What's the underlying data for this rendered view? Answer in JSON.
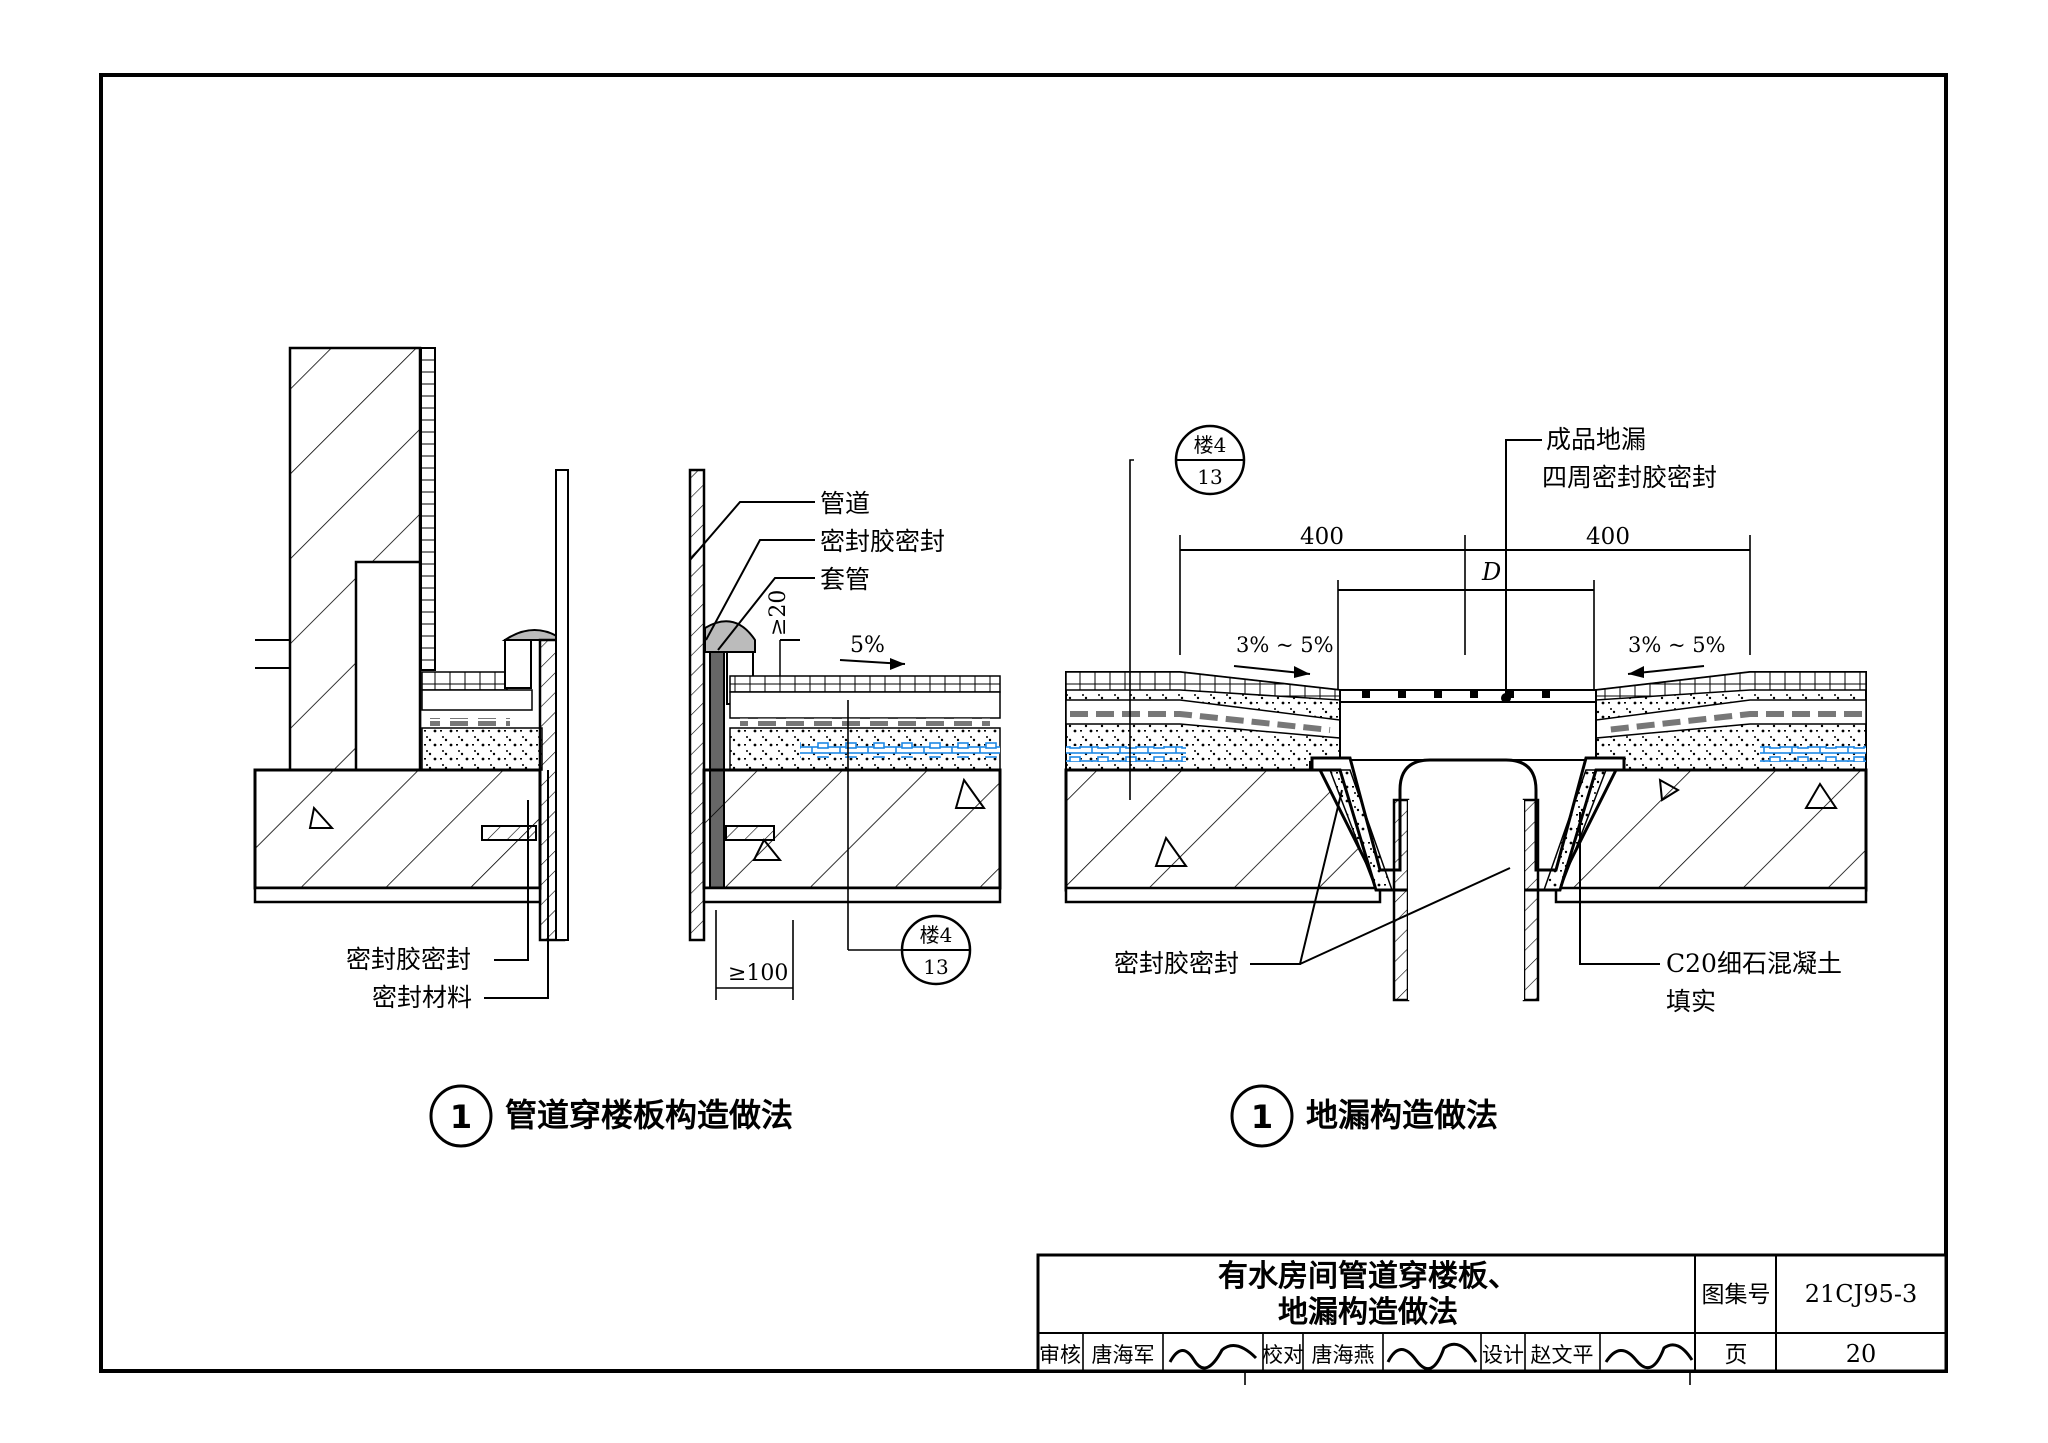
{
  "left_detail": {
    "labels": {
      "pipe": "管道",
      "sealant_top": "密封胶密封",
      "sleeve": "套管",
      "upturn": "≥20",
      "slope": "5%",
      "sealant_bottom": "密封胶密封",
      "seal_material": "密封材料",
      "min_dist": "≥100"
    },
    "ref_symbol": {
      "top": "楼4",
      "bottom": "13"
    },
    "caption": {
      "number": "1",
      "text": "管道穿楼板构造做法"
    }
  },
  "right_detail": {
    "labels": {
      "drain_line1": "成品地漏",
      "drain_line2": "四周密封胶密封",
      "dim_left": "400",
      "dim_right": "400",
      "dim_d": "D",
      "slope_left": "3% ~ 5%",
      "slope_right": "3% ~ 5%",
      "sealant": "密封胶密封",
      "concrete_line1": "C20细石混凝土",
      "concrete_line2": "填实"
    },
    "ref_symbol": {
      "top": "楼4",
      "bottom": "13"
    },
    "caption": {
      "number": "1",
      "text": "地漏构造做法"
    }
  },
  "title_block": {
    "title_line1": "有水房间管道穿楼板、",
    "title_line2": "地漏构造做法",
    "atlas_label": "图集号",
    "atlas_value": "21CJ95-3",
    "page_label": "页",
    "page_value": "20",
    "review_label": "审核",
    "review_name": "唐海军",
    "check_label": "校对",
    "check_name": "唐海燕",
    "design_label": "设计",
    "design_name": "赵文平"
  },
  "colors": {
    "line": "#000000",
    "insulation": "#1e88e5",
    "membrane": "#888888"
  }
}
